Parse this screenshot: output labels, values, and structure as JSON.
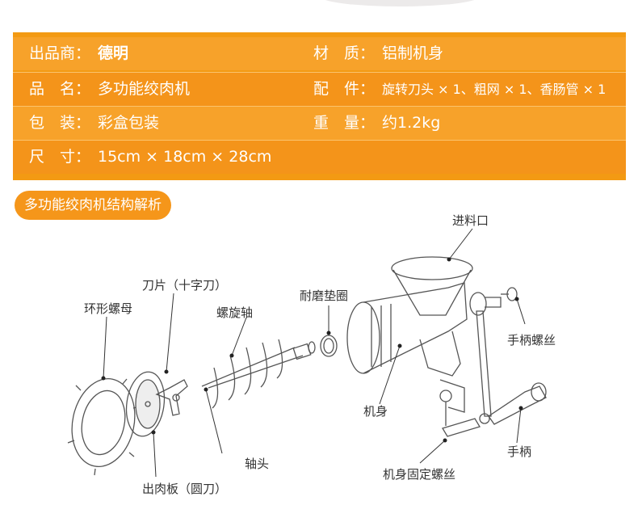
{
  "specs": {
    "brand_label": "出品商：",
    "brand_value": "德明",
    "material_label": "材　质：",
    "material_value": "铝制机身",
    "name_label": "品　名：",
    "name_value": "多功能绞肉机",
    "parts_label": "配　件：",
    "parts_value": "旋转刀头 × 1、粗网 × 1、香肠管 × 1",
    "package_label": "包　装：",
    "package_value": "彩盒包装",
    "weight_label": "重　量：",
    "weight_value": "约1.2kg",
    "size_label": "尺　寸：",
    "size_value": "15cm × 18cm × 28cm"
  },
  "section_title": "多功能绞肉机结构解析",
  "parts": {
    "ring_nut": "环形螺母",
    "blade": "刀片（十字刀）",
    "screw_shaft": "螺旋轴",
    "washer": "耐磨垫圈",
    "hopper": "进料口",
    "handle_screw": "手柄螺丝",
    "body": "机身",
    "handle": "手柄",
    "clamp_screw": "机身固定螺丝",
    "shaft_head": "轴头",
    "plate": "出肉板（圆刀）"
  },
  "colors": {
    "accent": "#f39a13",
    "row_light": "#f7a22a",
    "row_dark": "#f4941a"
  }
}
